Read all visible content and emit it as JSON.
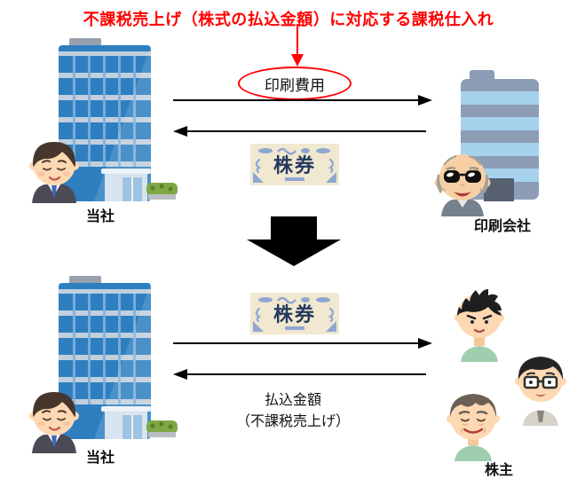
{
  "diagram": {
    "title": "不課税売上げ（株式の払込金額）に対応する課税仕入れ",
    "certificate_label": "株券",
    "top": {
      "cost_oval_label": "印刷費用",
      "company_label": "当社",
      "printer_label": "印刷会社"
    },
    "bottom": {
      "company_label": "当社",
      "shareholders_label": "株主",
      "payment_line1": "払込金額",
      "payment_line2": "（不課税売上げ）"
    },
    "colors": {
      "accent_red": "#ff0000",
      "arrow_black": "#000000",
      "building_blue": "#2e7fc0",
      "building_gray_blue": "#8d9db6",
      "building_light_blue": "#a6d2ee",
      "certificate_bg": "#f0e8d0",
      "certificate_ink": "#24395f",
      "certificate_ornament": "#8fa6d2",
      "collar_green": "#9fceae",
      "skin": "#fdd8b2"
    }
  }
}
